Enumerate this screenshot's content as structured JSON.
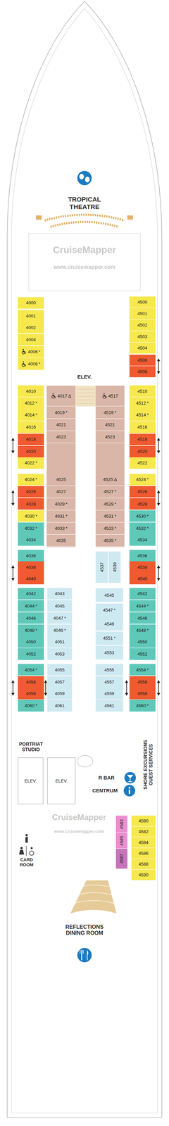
{
  "diagram": {
    "nodes": [
      {
        "text": [
          "4000"
        ]
      },
      {
        "text": [
          "4001"
        ]
      },
      {
        "text": [
          "4002"
        ]
      },
      {
        "text": [
          "4004"
        ]
      },
      {
        "text": [
          "4006",
          "*"
        ]
      },
      {
        "text": [
          "4008",
          "*"
        ]
      },
      {
        "text": [
          "4010"
        ]
      },
      {
        "text": [
          "4012",
          "*"
        ]
      },
      {
        "text": [
          "4014",
          "*"
        ]
      },
      {
        "text": [
          "4016"
        ]
      },
      {
        "text": [
          "4018"
        ]
      },
      {
        "text": [
          "4020"
        ]
      },
      {
        "text": [
          "4022",
          "*"
        ]
      },
      {
        "text": [
          "4024",
          "*"
        ]
      },
      {
        "text": [
          "4026"
        ]
      },
      {
        "text": [
          "4028"
        ]
      },
      {
        "text": [
          "4030",
          "*"
        ]
      },
      {
        "text": [
          "4032",
          "*"
        ]
      },
      {
        "text": [
          "4034"
        ]
      },
      {
        "text": [
          "4036"
        ]
      },
      {
        "text": [
          "4038"
        ]
      },
      {
        "text": [
          "4040"
        ]
      },
      {
        "text": [
          "4042"
        ]
      },
      {
        "text": [
          "4044",
          "*"
        ]
      },
      {
        "text": [
          "4046"
        ]
      },
      {
        "text": [
          "4048",
          "*"
        ]
      },
      {
        "text": [
          "4050"
        ]
      },
      {
        "text": [
          "4052"
        ]
      },
      {
        "text": [
          "4054",
          "*"
        ]
      },
      {
        "text": [
          "4056"
        ]
      },
      {
        "text": [
          "4058"
        ]
      },
      {
        "text": [
          "4060",
          "*"
        ]
      },
      {
        "text": [
          "4017",
          "Δ"
        ]
      },
      {
        "text": [
          "4019",
          "*"
        ]
      },
      {
        "text": [
          "4021"
        ]
      },
      {
        "text": [
          "4023"
        ]
      },
      {
        "text": [
          "4025"
        ]
      },
      {
        "text": [
          "4027"
        ]
      },
      {
        "text": [
          "4029",
          "*"
        ]
      },
      {
        "text": [
          "4031",
          "*"
        ]
      },
      {
        "text": [
          "4033",
          "*"
        ]
      },
      {
        "text": [
          "4035"
        ]
      },
      {
        "text": [
          "4043"
        ]
      },
      {
        "text": [
          "4045"
        ]
      },
      {
        "text": [
          "4047",
          "*"
        ]
      },
      {
        "text": [
          "4049",
          "*"
        ]
      },
      {
        "text": [
          "4051"
        ]
      },
      {
        "text": [
          "4053"
        ]
      },
      {
        "text": [
          "4055"
        ]
      },
      {
        "text": [
          "4057"
        ]
      },
      {
        "text": [
          "4059"
        ]
      },
      {
        "text": [
          "4061"
        ]
      },
      {
        "text": [
          "4517"
        ]
      },
      {
        "text": [
          "4519",
          "*"
        ]
      },
      {
        "text": [
          "4521"
        ]
      },
      {
        "text": [
          "4523"
        ]
      },
      {
        "text": [
          "4525",
          "Δ"
        ]
      },
      {
        "text": [
          "4527",
          "*"
        ]
      },
      {
        "text": [
          "4529",
          "*"
        ]
      },
      {
        "text": [
          "4531",
          "*"
        ]
      },
      {
        "text": [
          "4533",
          "*"
        ]
      },
      {
        "text": [
          "4535",
          "*"
        ]
      },
      {
        "text": [
          "4537"
        ]
      },
      {
        "text": [
          "4539"
        ]
      },
      {
        "text": [
          "4545"
        ]
      },
      {
        "text": [
          "4547",
          "*"
        ]
      },
      {
        "text": [
          "4549"
        ]
      },
      {
        "text": [
          "4551",
          "*"
        ]
      },
      {
        "text": [
          "4553"
        ]
      },
      {
        "text": [
          "4555"
        ]
      },
      {
        "text": [
          "4557"
        ]
      },
      {
        "text": [
          "4559"
        ]
      },
      {
        "text": [
          "4561"
        ]
      },
      {
        "text": [
          "4500"
        ]
      },
      {
        "text": [
          "4501"
        ]
      },
      {
        "text": [
          "4502"
        ]
      },
      {
        "text": [
          "4503"
        ]
      },
      {
        "text": [
          "4504"
        ]
      },
      {
        "text": [
          "4506"
        ]
      },
      {
        "text": [
          "4508"
        ]
      },
      {
        "text": [
          "4510"
        ]
      },
      {
        "text": [
          "4512",
          "*"
        ]
      },
      {
        "text": [
          "4514",
          "*"
        ]
      },
      {
        "text": [
          "4516"
        ]
      },
      {
        "text": [
          "4518"
        ]
      },
      {
        "text": [
          "4520"
        ]
      },
      {
        "text": [
          "4522"
        ]
      },
      {
        "text": [
          "4524",
          "*"
        ]
      },
      {
        "text": [
          "4526"
        ]
      },
      {
        "text": [
          "4528"
        ]
      },
      {
        "text": [
          "4530",
          "*"
        ]
      },
      {
        "text": [
          "4532",
          "*"
        ]
      },
      {
        "text": [
          "4534"
        ]
      },
      {
        "text": [
          "4536"
        ]
      },
      {
        "text": [
          "4538"
        ]
      },
      {
        "text": [
          "4540"
        ]
      },
      {
        "text": [
          "4542"
        ]
      },
      {
        "text": [
          "4544",
          "*"
        ]
      },
      {
        "text": [
          "4546"
        ]
      },
      {
        "text": [
          "4548",
          "*"
        ]
      },
      {
        "text": [
          "4550"
        ]
      },
      {
        "text": [
          "4552"
        ]
      },
      {
        "text": [
          "4554",
          "*"
        ]
      },
      {
        "text": [
          "4556"
        ]
      },
      {
        "text": [
          "4558"
        ]
      },
      {
        "text": [
          "4560",
          "*"
        ]
      },
      {
        "text": [
          "ELEV."
        ]
      },
      {
        "text": [
          "ELEV."
        ]
      },
      {
        "text": [
          "4583"
        ]
      },
      {
        "text": [
          "4585"
        ]
      },
      {
        "text": [
          "4587"
        ]
      },
      {
        "text": [
          "4580"
        ]
      },
      {
        "text": [
          "4582"
        ]
      },
      {
        "text": [
          "4584"
        ]
      },
      {
        "text": [
          "4586"
        ]
      },
      {
        "text": [
          "4588"
        ]
      },
      {
        "text": [
          "4590"
        ]
      }
    ],
    "labels": [
      "TROPICAL THEATRE",
      "CruiseMapper",
      "www.cruisemapper.com",
      "ELEV.",
      "PORTRIAT STUDIO",
      "R BAR",
      "CENTRUM",
      "SHORE EXCURSIONS GUEST SERVICES",
      "CruiseMapper",
      "www.cruisemapper.com",
      "CARD ROOM",
      "REFLECTIONS DINING ROOM"
    ]
  }
}
